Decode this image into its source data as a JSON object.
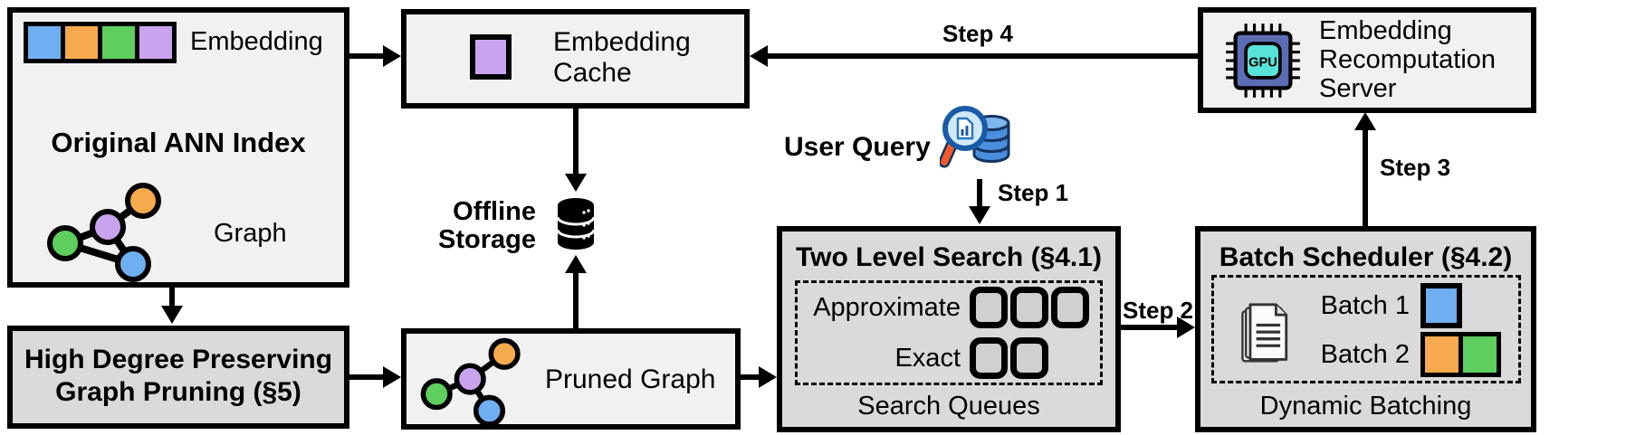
{
  "ann_index": {
    "embedding_label": "Embedding",
    "title": "Original ANN Index",
    "graph_label": "Graph"
  },
  "cache": {
    "line1": "Embedding",
    "line2": "Cache"
  },
  "offline_storage": {
    "line1": "Offline",
    "line2": "Storage"
  },
  "user_query": {
    "label": "User Query"
  },
  "two_level_search": {
    "title": "Two Level Search (§4.1)",
    "approximate_label": "Approximate",
    "exact_label": "Exact",
    "footer": "Search Queues"
  },
  "batch_scheduler": {
    "title": "Batch Scheduler (§4.2)",
    "batch1_label": "Batch 1",
    "batch2_label": "Batch 2",
    "footer": "Dynamic Batching"
  },
  "recompute_server": {
    "line1": "Embedding",
    "line2": "Recomputation",
    "line3": "Server",
    "chip_label": "GPU"
  },
  "hdp_pruning": {
    "line1": "High Degree Preserving",
    "line2": "Graph Pruning (§5)"
  },
  "pruned_graph": {
    "label": "Pruned Graph"
  },
  "steps": {
    "step1": "Step 1",
    "step2": "Step 2",
    "step3": "Step 3",
    "step4": "Step 4"
  },
  "colors": {
    "blue": "#6FAEF0",
    "orange": "#F7A94E",
    "green": "#5ECF5E",
    "purple": "#C9A3EE",
    "light_box": "#F1F1F1",
    "dark_box": "#DADADA",
    "queue_square": "#D0D0D0",
    "gpu_body": "#5B6DB4",
    "gpu_inner": "#58E3D9",
    "magnifier_handle": "#F15B2B",
    "magnifier_rim": "#1A5BA8",
    "db_blue": "#4A8FDD"
  }
}
